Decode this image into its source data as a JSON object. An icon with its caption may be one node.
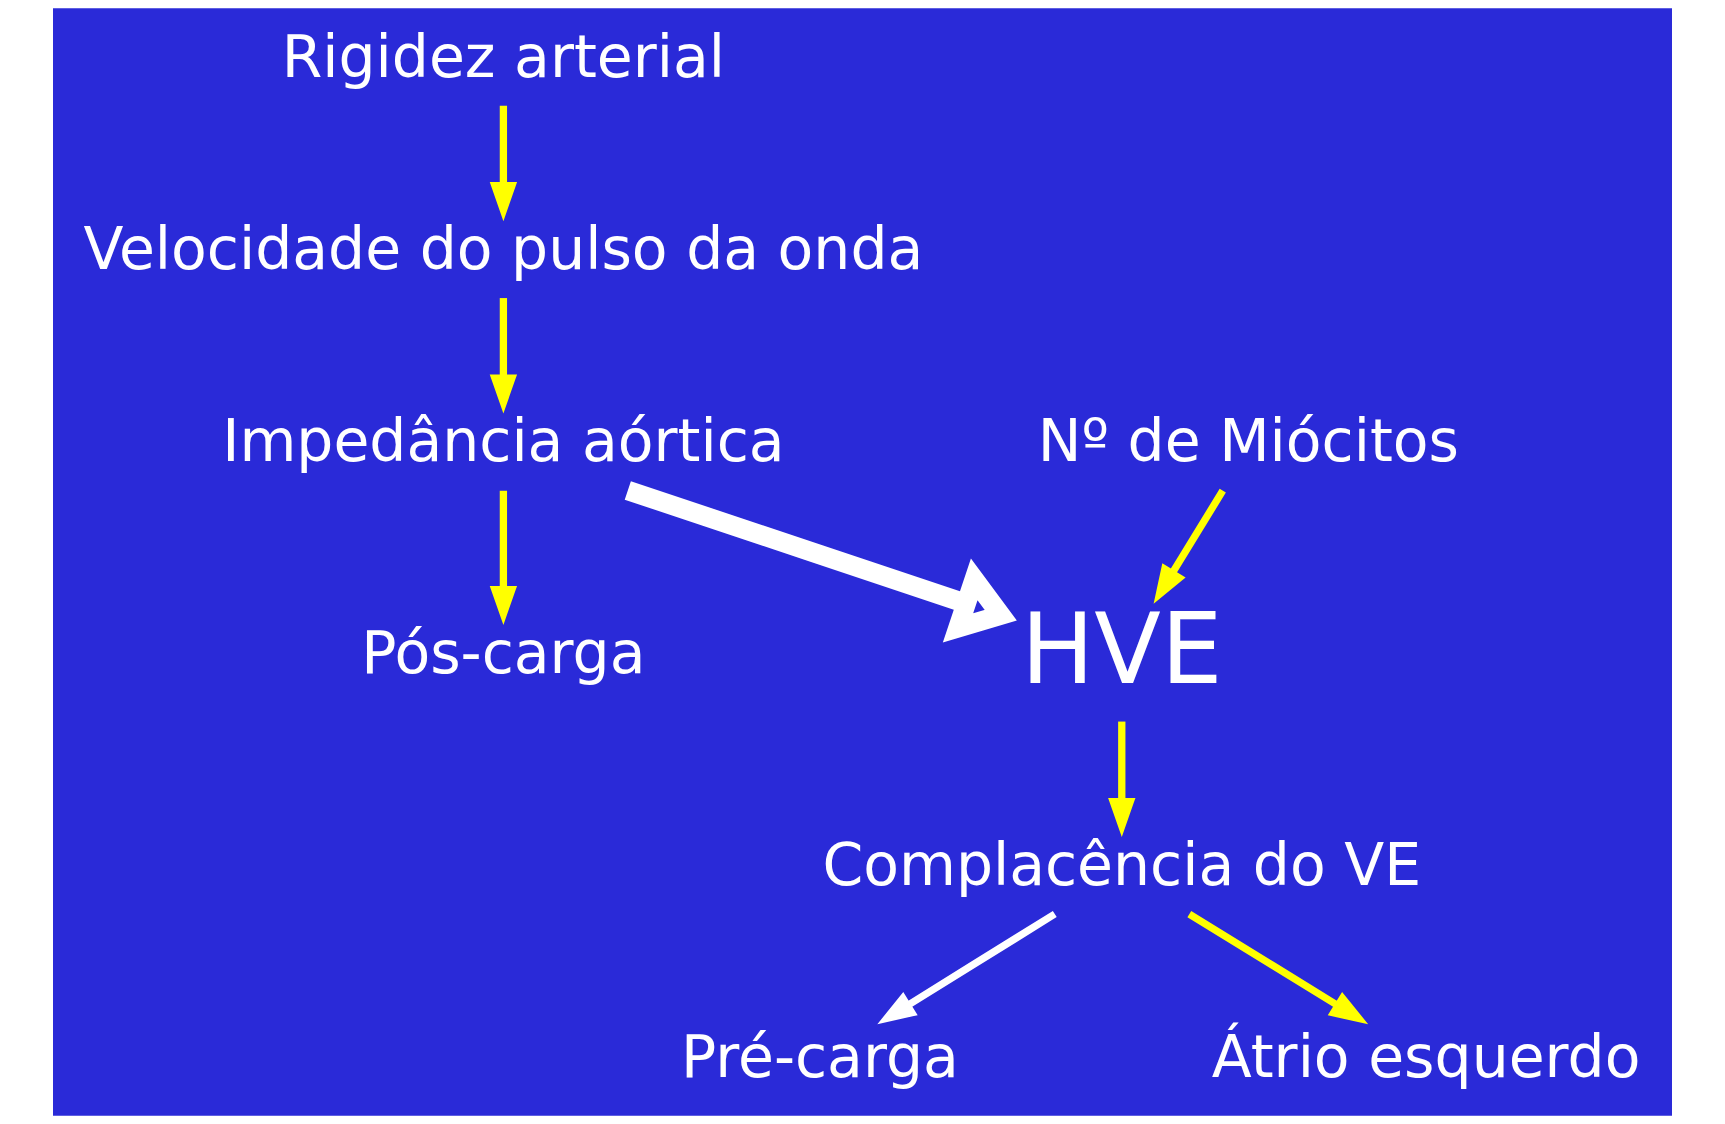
{
  "diagram": {
    "nodes": [
      {
        "text": [
          "Rigidez arterial"
        ]
      },
      {
        "text": [
          "Velocidade do pulso da onda"
        ]
      },
      {
        "text": [
          "Impedância aórtica"
        ]
      },
      {
        "text": [
          "Pós-carga"
        ]
      },
      {
        "text": [
          "Nº de Miócitos"
        ]
      },
      {
        "text": [
          "HVE"
        ]
      },
      {
        "text": [
          "Complacência do VE"
        ]
      },
      {
        "text": [
          "Pré-carga"
        ]
      },
      {
        "text": [
          "Átrio esquerdo"
        ]
      }
    ],
    "edges": [
      {
        "from": 0,
        "to": 1,
        "arrow": "to"
      },
      {
        "from": 1,
        "to": 2,
        "arrow": "to"
      },
      {
        "from": 2,
        "to": 3,
        "arrow": "to"
      },
      {
        "from": 2,
        "to": 5,
        "arrow": "to",
        "style": "thick",
        "color": "#ffffff"
      },
      {
        "from": 4,
        "to": 5,
        "arrow": "to"
      },
      {
        "from": 5,
        "to": 6,
        "arrow": "to"
      },
      {
        "from": 6,
        "to": 8,
        "arrow": "to"
      },
      {
        "from": 6,
        "to": 7,
        "arrow": "to",
        "color": "#ffffff"
      }
    ]
  }
}
